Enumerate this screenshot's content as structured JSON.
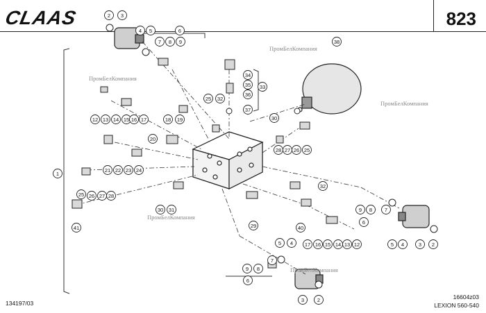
{
  "header": {
    "brand": "CLAAS",
    "page_number": "823"
  },
  "footer": {
    "doc_number": "134197/03",
    "drawing_code": "16604z03",
    "model": "LEXION 560-540"
  },
  "watermark_text": "ПромБелКомпания",
  "callouts": [
    "1",
    "2",
    "3",
    "4",
    "5",
    "6",
    "7",
    "8",
    "9",
    "12",
    "13",
    "14",
    "15",
    "16",
    "17",
    "18",
    "19",
    "20",
    "21",
    "22",
    "23",
    "24",
    "25",
    "26",
    "27",
    "28",
    "29",
    "30",
    "31",
    "32",
    "33",
    "34",
    "35",
    "36",
    "37",
    "38",
    "40",
    "41"
  ]
}
